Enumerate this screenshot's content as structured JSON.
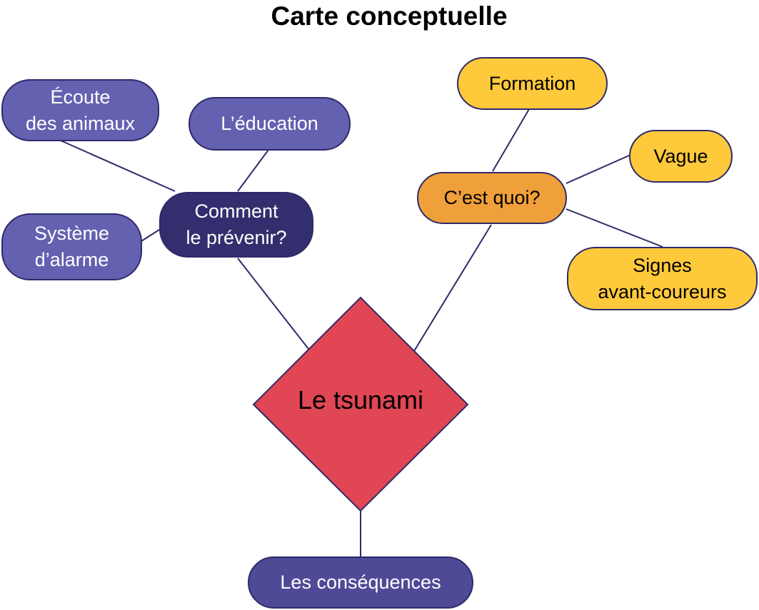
{
  "title": "Carte conceptuelle",
  "center": {
    "label": "Le tsunami",
    "color": "#e04653"
  },
  "nodes": {
    "ecoute": {
      "line1": "Écoute",
      "line2": "des animaux"
    },
    "education": {
      "label": "L’éducation"
    },
    "alarme": {
      "line1": "Système",
      "line2": "d’alarme"
    },
    "prevenir": {
      "line1": "Comment",
      "line2": "le prévenir?"
    },
    "formation": {
      "label": "Formation"
    },
    "quoi": {
      "label": "C’est quoi?"
    },
    "vague": {
      "label": "Vague"
    },
    "signes": {
      "line1": "Signes",
      "line2": "avant-coureurs"
    },
    "consequences": {
      "label": "Les conséquences"
    }
  },
  "colors": {
    "purple": "#6461b0",
    "dark": "#332f6e",
    "orange": "#f0a03a",
    "yellow": "#ffc93c",
    "line": "#2e2a6a"
  }
}
